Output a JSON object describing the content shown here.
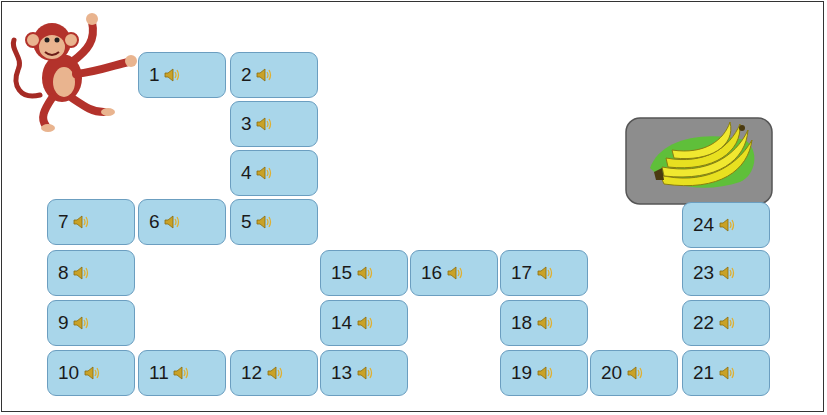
{
  "diagram": {
    "nodes": [
      {
        "text": [
          "1"
        ]
      },
      {
        "text": [
          "2"
        ]
      },
      {
        "text": [
          "3"
        ]
      },
      {
        "text": [
          "4"
        ]
      },
      {
        "text": [
          "5"
        ]
      },
      {
        "text": [
          "6"
        ]
      },
      {
        "text": [
          "7"
        ]
      },
      {
        "text": [
          "8"
        ]
      },
      {
        "text": [
          "9"
        ]
      },
      {
        "text": [
          "10"
        ]
      },
      {
        "text": [
          "11"
        ]
      },
      {
        "text": [
          "12"
        ]
      },
      {
        "text": [
          "13"
        ]
      },
      {
        "text": [
          "14"
        ]
      },
      {
        "text": [
          "15"
        ]
      },
      {
        "text": [
          "16"
        ]
      },
      {
        "text": [
          "17"
        ]
      },
      {
        "text": [
          "18"
        ]
      },
      {
        "text": [
          "19"
        ]
      },
      {
        "text": [
          "20"
        ]
      },
      {
        "text": [
          "21"
        ]
      },
      {
        "text": [
          "22"
        ]
      },
      {
        "text": [
          "23"
        ]
      },
      {
        "text": [
          "24"
        ]
      }
    ]
  }
}
